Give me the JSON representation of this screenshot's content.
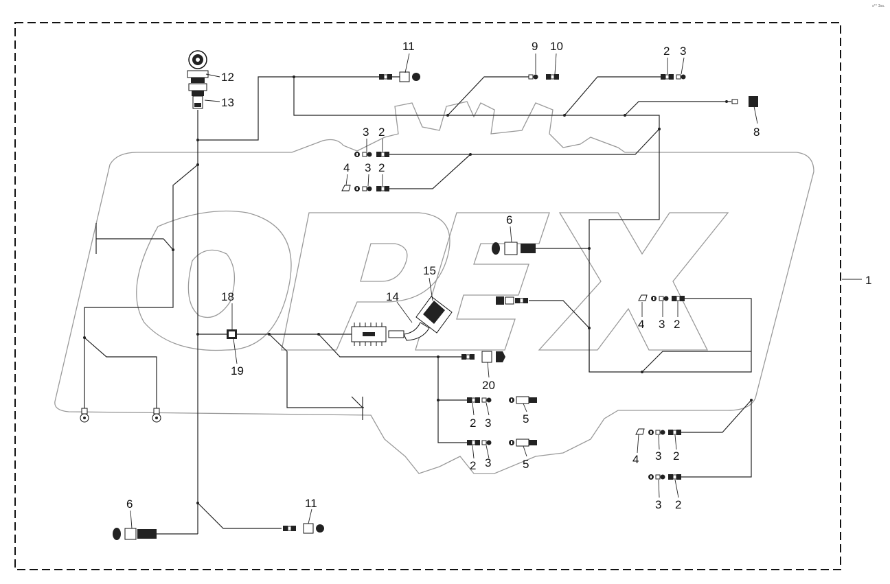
{
  "corner_code": "s²° 3ss.",
  "callouts": {
    "c1": "1",
    "c2a": "2",
    "c2b": "2",
    "c2c": "2",
    "c2d": "2",
    "c2e": "2",
    "c2f": "2",
    "c2g": "2",
    "c2h": "2",
    "c3a": "3",
    "c3b": "3",
    "c3c": "3",
    "c3d": "3",
    "c3e": "3",
    "c3f": "3",
    "c3g": "3",
    "c3h": "3",
    "c4a": "4",
    "c4b": "4",
    "c4c": "4",
    "c5a": "5",
    "c5b": "5",
    "c6a": "6",
    "c6b": "6",
    "c8": "8",
    "c9": "9",
    "c10": "10",
    "c11a": "11",
    "c11b": "11",
    "c12": "12",
    "c13": "13",
    "c14": "14",
    "c15": "15",
    "c18": "18",
    "c19": "19",
    "c20": "20"
  }
}
